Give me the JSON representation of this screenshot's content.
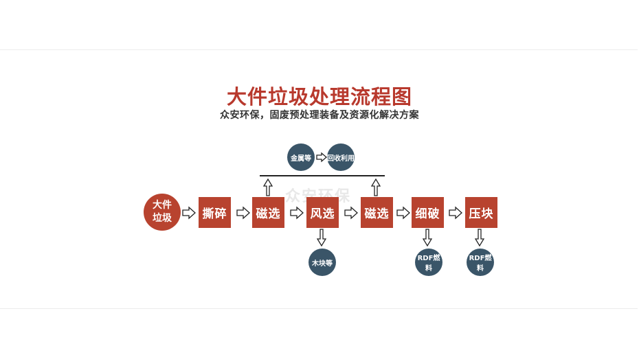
{
  "title": "大件垃圾处理流程图",
  "subtitle": "众安环保，固废预处理装备及资源化解决方案",
  "watermark": "众安环保",
  "colors": {
    "title": "#b8392d",
    "process_box": "#b8432f",
    "output_circle": "#3a5568"
  },
  "input": "大件\n垃圾",
  "steps": [
    "撕碎",
    "磁选",
    "风选",
    "磁选",
    "细破",
    "压块"
  ],
  "outputs": {
    "metal": "金属等",
    "recycle": "回收利用",
    "wood": "木块等",
    "rdf_1": "RDF燃料",
    "rdf_2": "RDF燃料"
  }
}
